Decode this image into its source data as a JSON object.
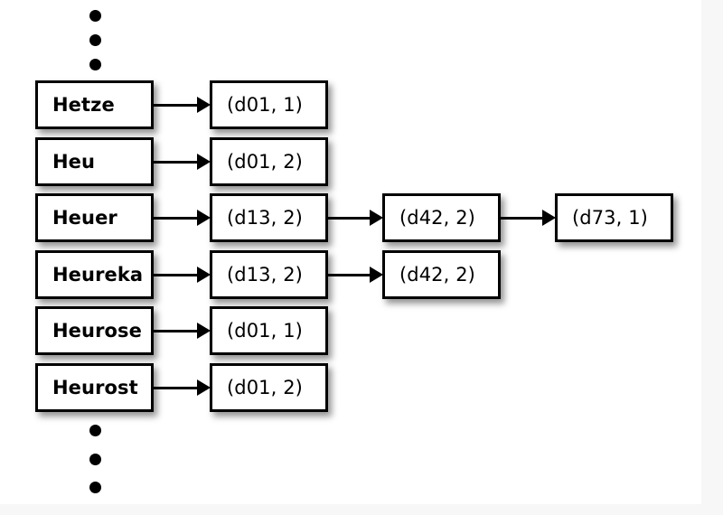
{
  "figure": {
    "title": "inverted-index-term-postings-diagram",
    "background_color": "#ffffff",
    "page_color": "#f7f7f7",
    "box_border_color": "#000000",
    "box_fill_color": "#ffffff",
    "edge_color": "#000000"
  },
  "dictionary_column": {
    "name": "dictionary-terms",
    "entries": [
      {
        "label": "Hetze"
      },
      {
        "label": "Heu"
      },
      {
        "label": "Heuer"
      },
      {
        "label": "Heureka"
      },
      {
        "label": "Heurose"
      },
      {
        "label": "Heurost"
      }
    ]
  },
  "postings_column_1": {
    "name": "first-postings",
    "entries": [
      {
        "label": "(d01, 1)"
      },
      {
        "label": "(d01, 2)"
      },
      {
        "label": "(d13, 2)"
      },
      {
        "label": "(d13, 2)"
      },
      {
        "label": "(d01, 1)"
      },
      {
        "label": "(d01, 2)"
      }
    ]
  },
  "postings_column_2": {
    "name": "second-postings",
    "entries": [
      {
        "label": "(d42, 2)"
      },
      {
        "label": "(d42, 2)"
      }
    ]
  },
  "postings_column_3": {
    "name": "third-postings",
    "entries": [
      {
        "label": "(d73, 1)"
      }
    ]
  },
  "ellipses": {
    "top": {
      "name": "ellipsis-above-terms",
      "count": 3
    },
    "bottom": {
      "name": "ellipsis-below-terms",
      "count": 3
    }
  }
}
